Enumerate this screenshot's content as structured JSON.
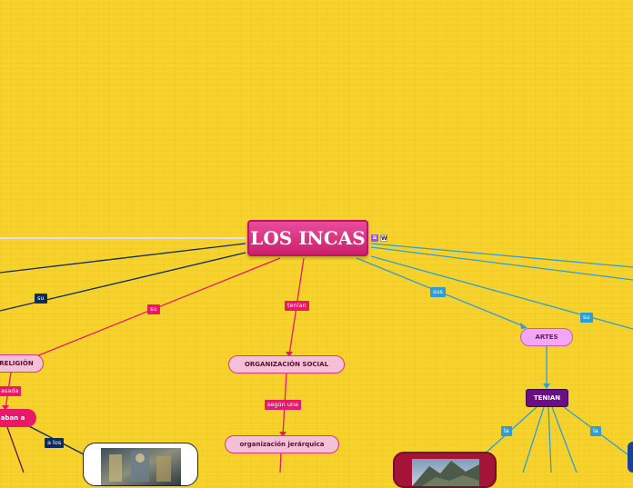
{
  "root": {
    "title": "LOS INCAS",
    "note_icon": "list-icon",
    "wiki_icon": "wikipedia-icon",
    "wiki_glyph": "W"
  },
  "nodes": {
    "religion": "RELIGIÓN",
    "adoraban": "aban a",
    "organizacion_social": "ORGANIZACIÓN SOCIAL",
    "organizacion_jerarquica": "organización jerárquica",
    "artes": "ARTES",
    "tenian": "TENIAN"
  },
  "links": {
    "su_navy": "su",
    "su_pink": "su",
    "tenian": "tenían",
    "sus": "sus",
    "su_blue": "su",
    "basada": "asada",
    "segun_una": "según una",
    "a_los": "a los",
    "la_left": "la",
    "la_right": "la"
  },
  "colors": {
    "background": "#f7d22c",
    "root": "#e0337f",
    "pink_line": "#e8196a",
    "navy_line": "#0d2b5e",
    "blue_line": "#2c9fd6"
  }
}
